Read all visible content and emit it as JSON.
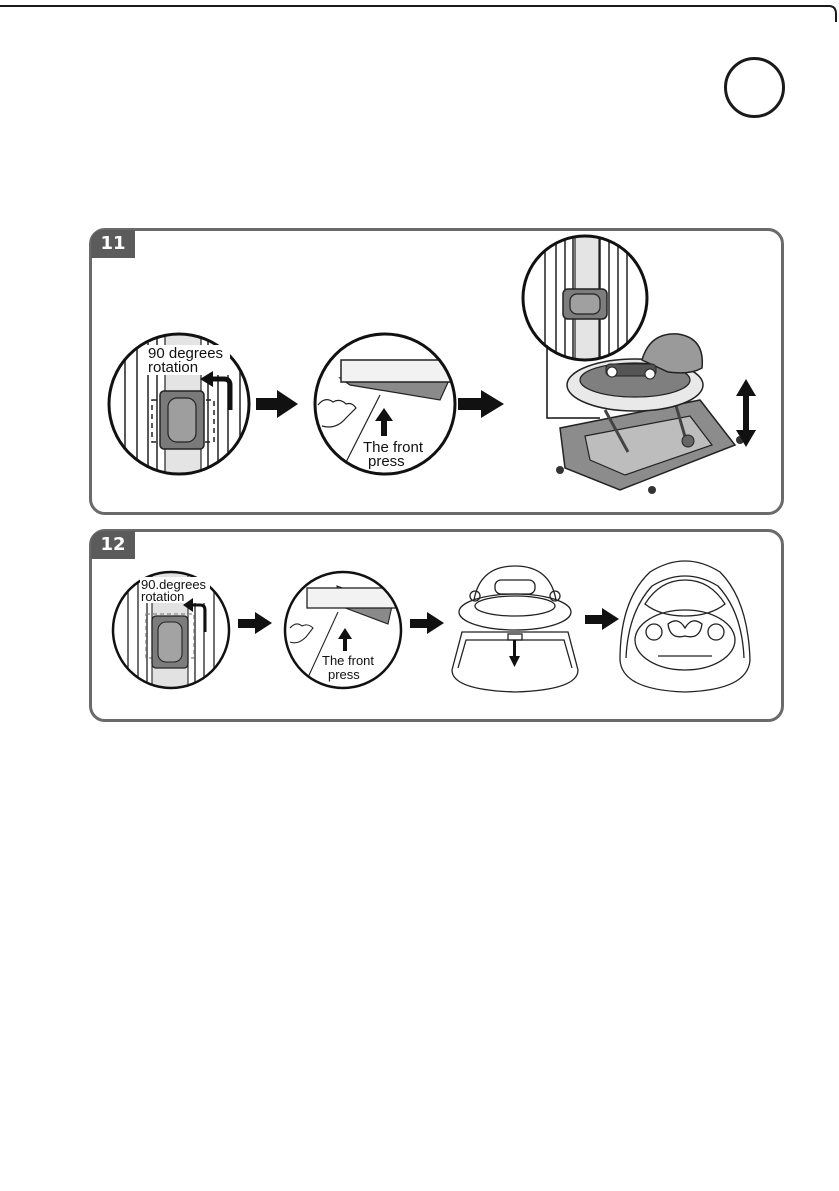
{
  "step11": {
    "number": "11",
    "rotation_label_line1": "90 degrees",
    "rotation_label_line2": "rotation",
    "press_label_line1": "The front",
    "press_label_line2": "press"
  },
  "step12": {
    "number": "12",
    "rotation_label_line1": "90.degrees",
    "rotation_label_line2": "rotation",
    "press_label_line1": "The front",
    "press_label_line2": "press"
  },
  "icons": [
    "arrow-right-icon",
    "arrow-up-icon",
    "double-arrow-vertical-icon",
    "arrow-down-icon",
    "rotate-arrow-icon"
  ]
}
